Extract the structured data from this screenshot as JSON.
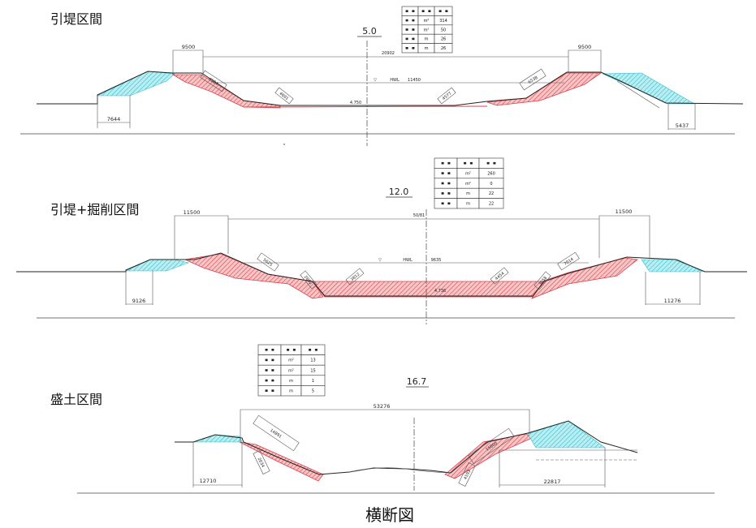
{
  "page_title": "横断図",
  "sections": [
    {
      "name": "引堤区間",
      "station": "5.0"
    },
    {
      "name": "引堤+掘削区間",
      "station": "12.0"
    },
    {
      "name": "盛土区間",
      "station": "16.7"
    }
  ],
  "tables": [
    {
      "rows": [
        {
          "unit": "m²",
          "value": "314"
        },
        {
          "unit": "m²",
          "value": "50"
        },
        {
          "unit": "m",
          "value": "26"
        },
        {
          "unit": "m",
          "value": "26"
        }
      ]
    },
    {
      "rows": [
        {
          "unit": "m²",
          "value": "260"
        },
        {
          "unit": "m²",
          "value": "0"
        },
        {
          "unit": "m",
          "value": "22"
        },
        {
          "unit": "m",
          "value": "22"
        }
      ]
    },
    {
      "rows": [
        {
          "unit": "m²",
          "value": "13"
        },
        {
          "unit": "m²",
          "value": "15"
        },
        {
          "unit": "m",
          "value": "1"
        },
        {
          "unit": "m",
          "value": "5"
        }
      ]
    }
  ],
  "dims": {
    "s1": {
      "top_left": "9500",
      "top_right": "9500",
      "span": "20902",
      "hwl": "HWL",
      "hwl_value": "11450",
      "bottom_left": "7644",
      "bottom_right": "5437",
      "slope_1": "6504",
      "slope_2": "4691",
      "slope_3": "4577",
      "slope_4": "6538",
      "bed": "4.750"
    },
    "s2": {
      "top_left": "11500",
      "top_right": "11500",
      "span": "50/81",
      "hwl": "HWL",
      "hwl_value": "9635",
      "bottom_left": "9126",
      "bottom_right": "11276",
      "slope_1": "5625",
      "slope_2": "2862",
      "slope_3": "3812",
      "slope_4": "4454",
      "slope_5": "3058",
      "slope_6": "7014",
      "bed": "4.736"
    },
    "s3": {
      "span": "53276",
      "bottom_left": "12710",
      "bottom_right": "22817",
      "slope_1": "14891",
      "slope_2": "2034",
      "slope_3": "15800",
      "slope_4": "4193"
    }
  },
  "colors": {
    "cut_area": "#e0404a",
    "fill_area": "#34bccd"
  }
}
